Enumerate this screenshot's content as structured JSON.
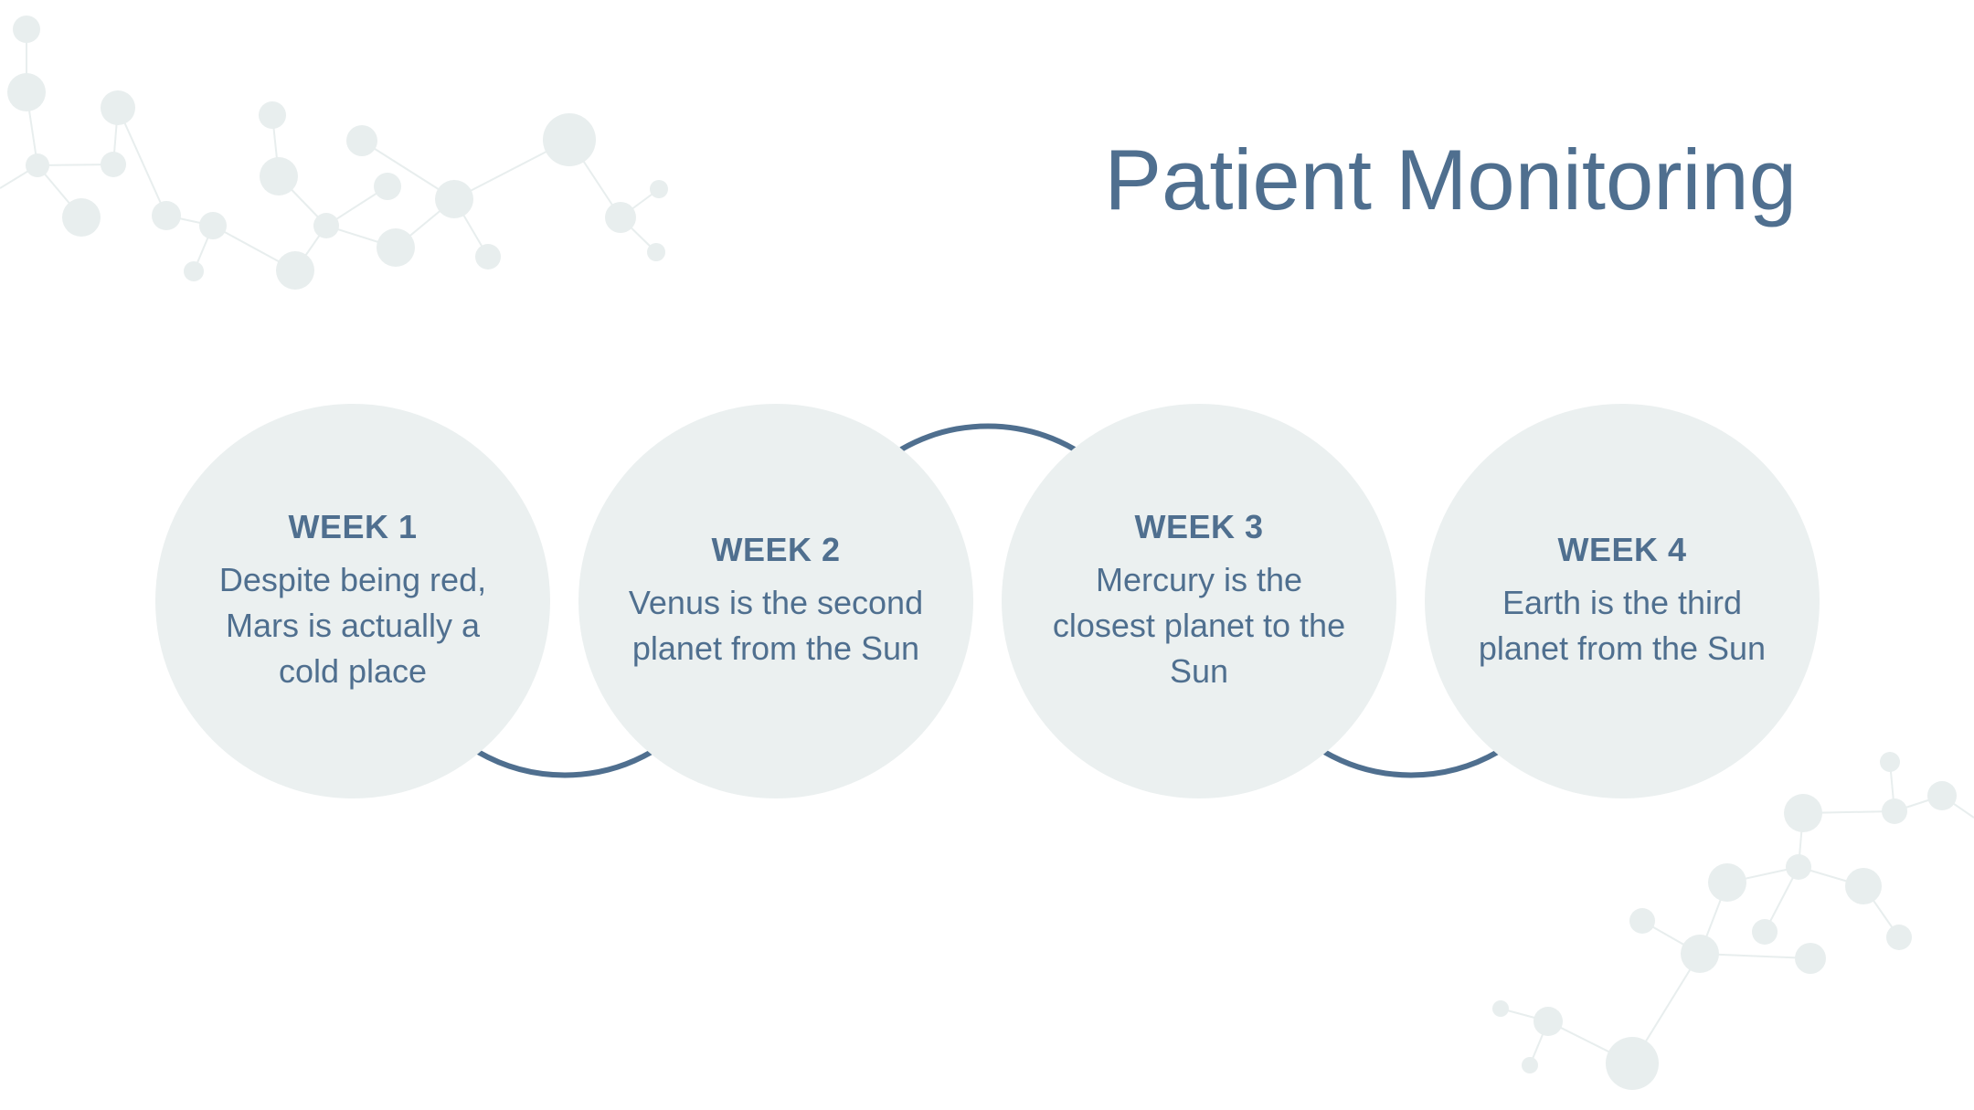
{
  "slide": {
    "title": "Patient Monitoring"
  },
  "weeks": [
    {
      "heading": "WEEK 1",
      "text": "Despite being red, Mars is actually a cold place"
    },
    {
      "heading": "WEEK 2",
      "text": "Venus is the second planet from the Sun"
    },
    {
      "heading": "WEEK 3",
      "text": "Mercury is the closest planet to the Sun"
    },
    {
      "heading": "WEEK 4",
      "text": "Earth is the third planet from the Sun"
    }
  ],
  "colors": {
    "accent": "#4f6f8f",
    "circle_fill": "#ebf0f0",
    "molecule": "#e8eeee",
    "background": "#ffffff"
  }
}
